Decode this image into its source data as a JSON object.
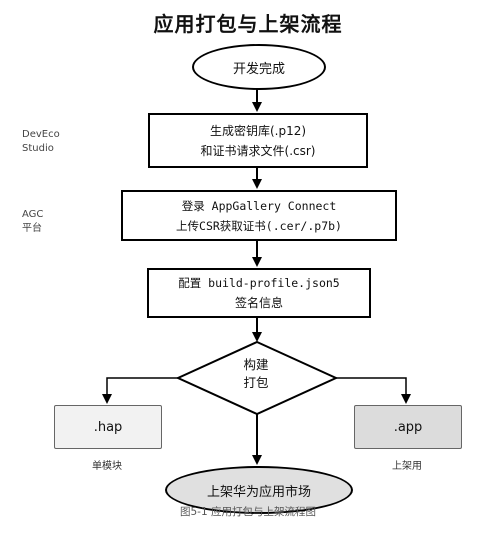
{
  "title": "应用打包与上架流程",
  "side_labels": {
    "deveco": [
      "DevEco",
      "Studio"
    ],
    "agc": [
      "AGC",
      "平台"
    ]
  },
  "nodes": {
    "start": "开发完成",
    "step1": [
      "生成密钥库(.p12)",
      "和证书请求文件(.csr)"
    ],
    "step2": [
      "登录 AppGallery Connect",
      "上传CSR获取证书(.cer/.p7b)"
    ],
    "step3": [
      "配置 build-profile.json5",
      "签名信息"
    ],
    "decision": [
      "构建",
      "打包"
    ],
    "hap": ".hap",
    "app": ".app",
    "end": "上架华为应用市场"
  },
  "annotations": {
    "hap_note": "单模块",
    "app_note": "上架用"
  },
  "caption": "图5-1 应用打包与上架流程图",
  "colors": {
    "hap_fill": "#f2f2f2",
    "app_fill": "#dcdcdc",
    "end_fill": "#e0e0e0"
  }
}
